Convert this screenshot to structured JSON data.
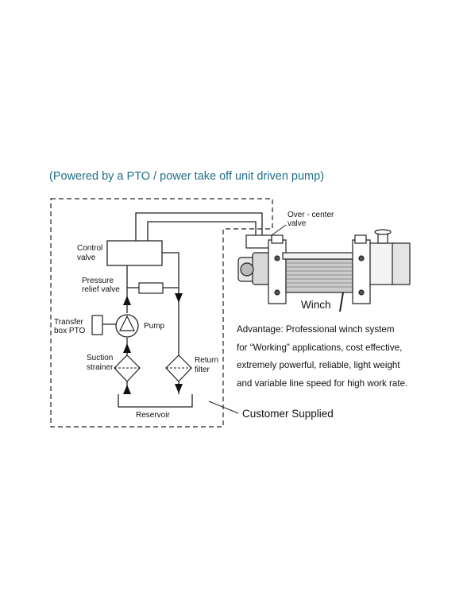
{
  "title": "(Powered by a PTO / power take off unit driven pump)",
  "labels": {
    "control_valve": [
      "Control",
      "valve"
    ],
    "pressure_relief_valve": [
      "Pressure",
      "relief valve"
    ],
    "transfer_box_pto": [
      "Transfer",
      "box PTO"
    ],
    "pump": "Pump",
    "suction_strainer": [
      "Suction",
      "strainer"
    ],
    "return_filter": [
      "Return",
      "filter"
    ],
    "reservoir": "Reservoir",
    "over_center_valve": [
      "Over - center",
      "valve"
    ],
    "winch": "Winch",
    "customer_supplied": "Customer Supplied"
  },
  "advantage": [
    "Advantage: Professional winch system",
    "for “Working” applications, cost effective,",
    "extremely powerful, reliable, light weight",
    "and variable line speed for high work rate."
  ]
}
